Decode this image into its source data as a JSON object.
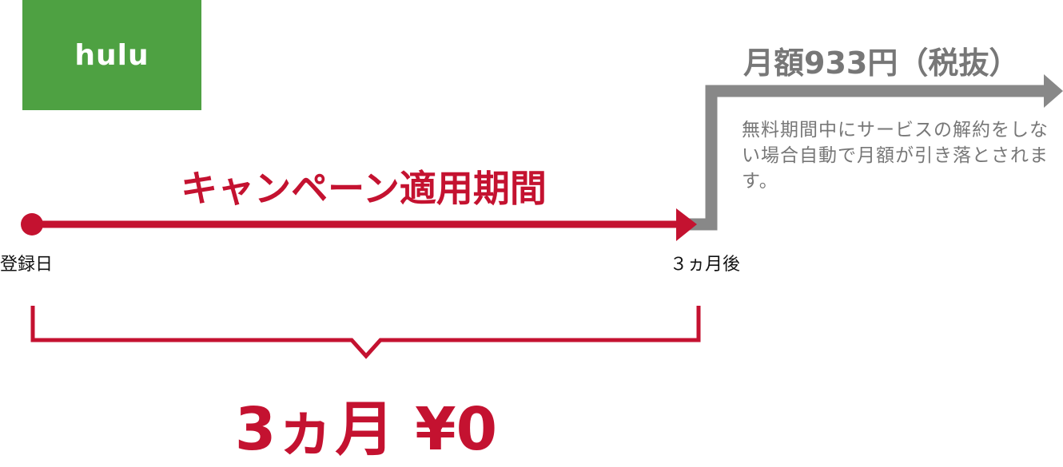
{
  "logo": {
    "text": "hulu"
  },
  "campaign_label": "キャンペーン適用期間",
  "timeline": {
    "start_label": "登録日",
    "end_label": "３ヵ月後"
  },
  "free_period": "3ヵ月 ¥0",
  "after": {
    "monthly_fee": "月額933円（税抜）",
    "note": "無料期間中にサービスの解約をしない場合自動で月額が引き落とされます。"
  },
  "colors": {
    "red": "#c41230",
    "grey": "#888888",
    "green": "#4ea142"
  }
}
